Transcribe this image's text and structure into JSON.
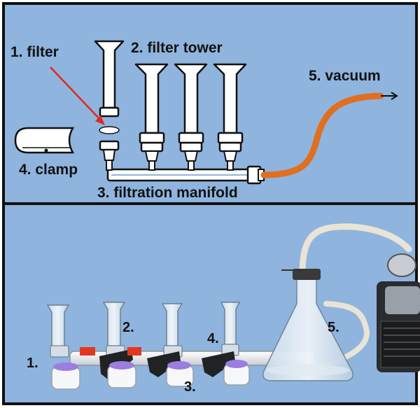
{
  "colors": {
    "panel_background": "#8fb4dd",
    "border": "#111111",
    "vacuum_tube": "#e06f1f",
    "pointer_arrow": "#e0281e"
  },
  "top_panel": {
    "labels": {
      "filter": "1. filter",
      "filter_tower": "2. filter tower",
      "manifold": "3. filtration manifold",
      "clamp": "4. clamp",
      "vacuum": "5. vacuum"
    }
  },
  "bottom_panel": {
    "labels": {
      "one": "1.",
      "two": "2.",
      "three": "3.",
      "four": "4.",
      "five": "5."
    }
  }
}
